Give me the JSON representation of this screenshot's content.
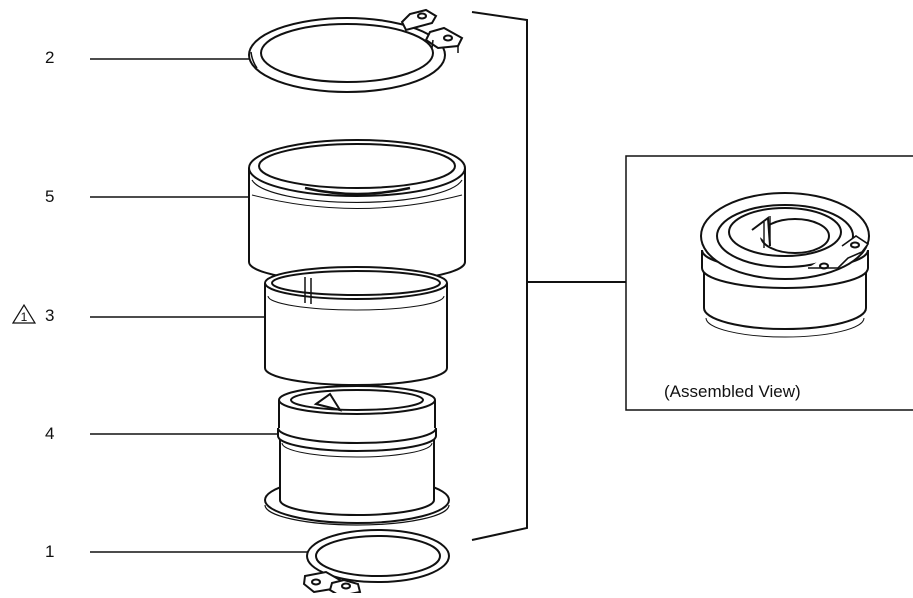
{
  "diagram": {
    "callouts": [
      {
        "id": "2",
        "label": "2"
      },
      {
        "id": "5",
        "label": "5"
      },
      {
        "id": "3",
        "label": "3",
        "warning_marker": "1"
      },
      {
        "id": "4",
        "label": "4"
      },
      {
        "id": "1",
        "label": "1"
      }
    ],
    "inset": {
      "caption": "(Assembled View)"
    }
  }
}
